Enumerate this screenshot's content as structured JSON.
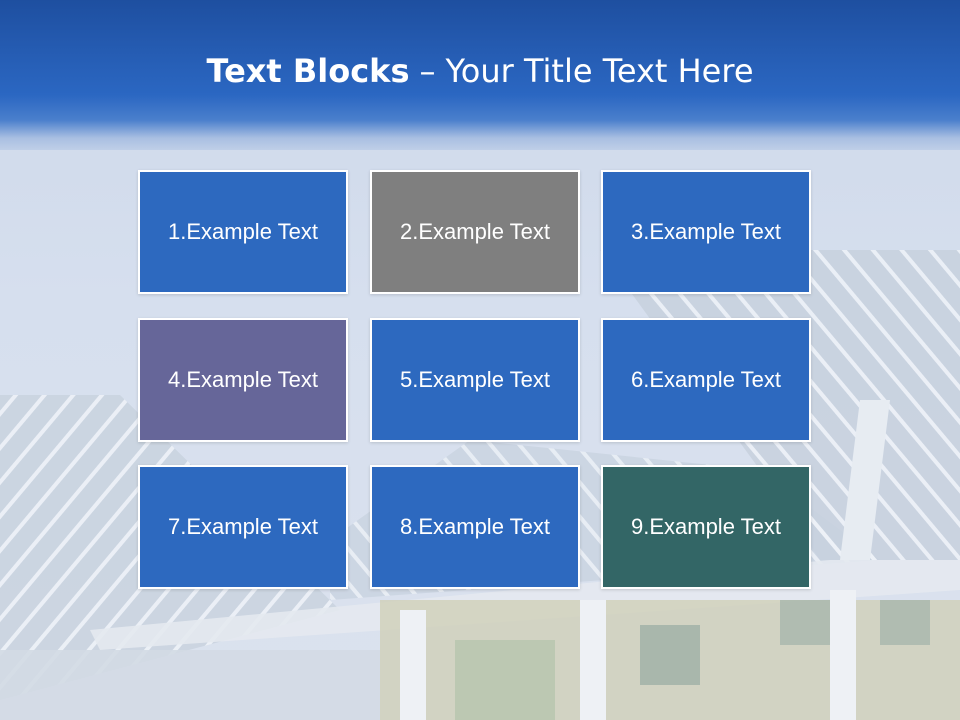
{
  "slide": {
    "title_bold": "Text Blocks",
    "title_separator": "–",
    "title_rest": "Your Title Text Here"
  },
  "colors": {
    "header_top": "#1e4fa0",
    "header_bottom": "#2b67c2",
    "block_blue": "#2d69bf",
    "block_gray": "#7f7f7f",
    "block_purple": "#666699",
    "block_teal": "#336666"
  },
  "blocks": [
    {
      "label": "1.Example Text",
      "color": "#2d69bf"
    },
    {
      "label": "2.Example Text",
      "color": "#7f7f7f"
    },
    {
      "label": "3.Example Text",
      "color": "#2d69bf"
    },
    {
      "label": "4.Example Text",
      "color": "#666699"
    },
    {
      "label": "5.Example Text",
      "color": "#2d69bf"
    },
    {
      "label": "6.Example Text",
      "color": "#2d69bf"
    },
    {
      "label": "7.Example Text",
      "color": "#2d69bf"
    },
    {
      "label": "8.Example Text",
      "color": "#2d69bf"
    },
    {
      "label": "9.Example Text",
      "color": "#336666"
    }
  ]
}
